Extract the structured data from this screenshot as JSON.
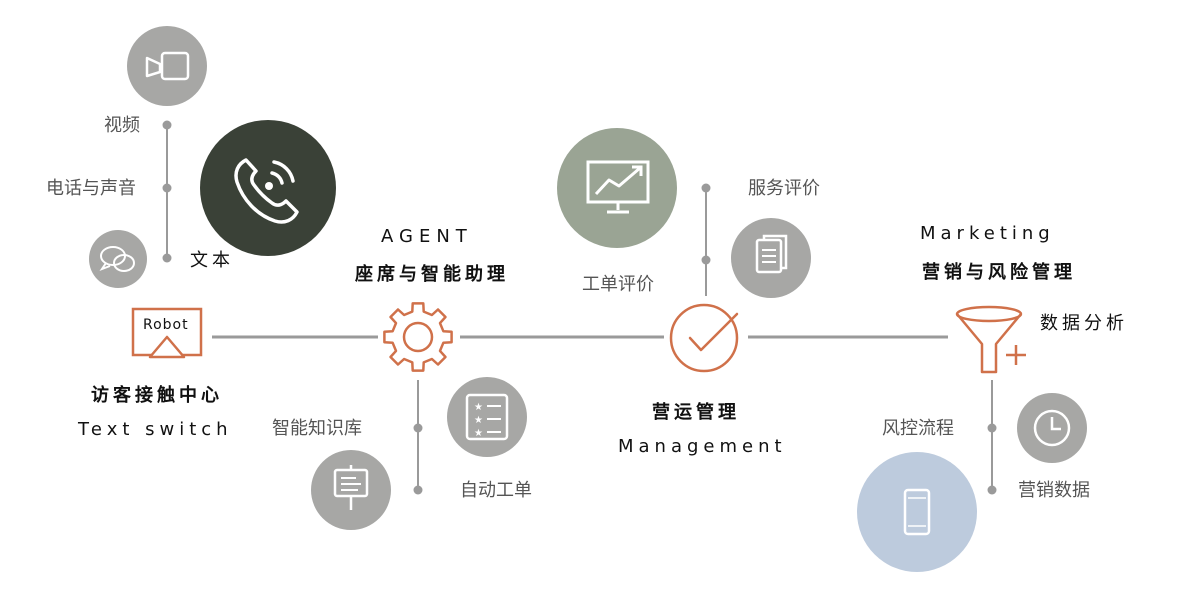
{
  "colors": {
    "accent": "#d0714a",
    "gray_circle": "#a7a7a5",
    "dark_green": "#3a4137",
    "sage": "#9aa494",
    "light_blue": "#bdcbdd",
    "line": "#9a9a9a"
  },
  "stage1": {
    "title_cn": "访客接触中心",
    "title_en": "Text switch",
    "robot_label": "Robot",
    "items": [
      "视频",
      "电话与声音",
      "文本"
    ]
  },
  "stage2": {
    "title_en": "AGENT",
    "title_cn": "座席与智能助理",
    "items": [
      "智能知识库",
      "自动工单"
    ]
  },
  "stage3": {
    "title_cn": "营运管理",
    "title_en": "Management",
    "items": [
      "服务评价",
      "工单评价"
    ]
  },
  "stage4": {
    "title_en": "Marketing",
    "title_cn": "营销与风险管理",
    "side_label": "数据分析",
    "items": [
      "风控流程",
      "营销数据"
    ]
  },
  "icons": [
    "video-icon",
    "phone-icon",
    "chat-icon",
    "robot-monitor-icon",
    "gear-icon",
    "kb-sign-icon",
    "ticket-list-icon",
    "trend-monitor-icon",
    "document-icon",
    "check-icon",
    "funnel-icon",
    "clock-icon",
    "mobile-icon"
  ]
}
